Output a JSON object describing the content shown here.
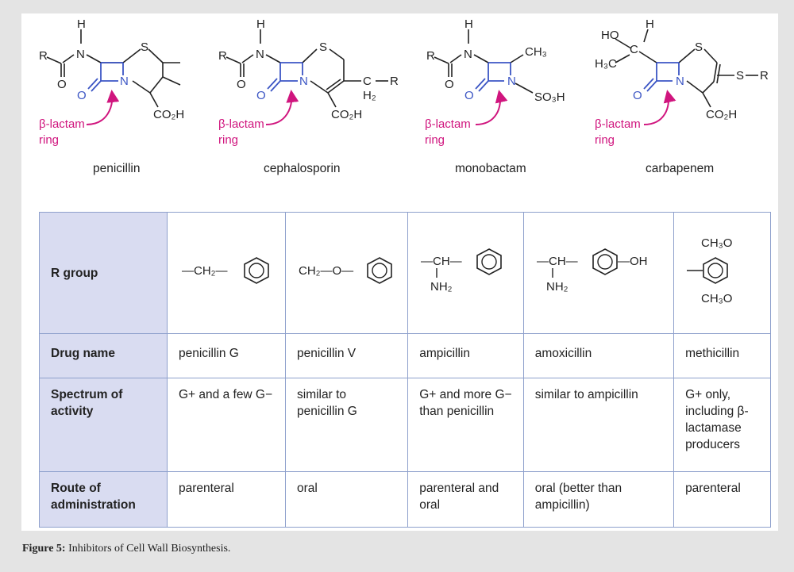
{
  "structures": [
    {
      "name": "penicillin",
      "beta_label": "β-lactam",
      "ring_label": "ring"
    },
    {
      "name": "cephalosporin",
      "beta_label": "β-lactam",
      "ring_label": "ring"
    },
    {
      "name": "monobactam",
      "beta_label": "β-lactam",
      "ring_label": "ring"
    },
    {
      "name": "carbapenem",
      "beta_label": "β-lactam",
      "ring_label": "ring"
    }
  ],
  "atoms": {
    "H": "H",
    "N": "N",
    "S": "S",
    "R": "R",
    "O": "O",
    "CO2H": "CO₂H",
    "CH3": "CH₃",
    "SO3H": "SO₃H",
    "H2": "H₂",
    "HO": "HO",
    "H3C": "H₃C",
    "C": "C"
  },
  "table": {
    "row_headers": [
      "R group",
      "Drug name",
      "Spectrum of activity",
      "Route of administration"
    ],
    "r_groups": [
      {
        "prefix": "—CH₂—"
      },
      {
        "prefix": "CH₂—O—"
      },
      {
        "prefix": "—CH—",
        "sub": "NH₂"
      },
      {
        "prefix": "—CH—",
        "sub": "NH₂",
        "suffix": "—OH"
      },
      {
        "top": "CH₃O",
        "bottom": "CH₃O"
      }
    ],
    "drugs": [
      "penicillin G",
      "penicillin V",
      "ampicillin",
      "amoxicillin",
      "methicillin"
    ],
    "spectrum": [
      "G+ and a few G−",
      "similar to penicillin G",
      "G+ and more G− than penicillin",
      "similar to ampicillin",
      "G+ only, including β-lactamase producers"
    ],
    "route": [
      "parenteral",
      "oral",
      "parenteral and oral",
      "oral (better than ampicillin)",
      "parenteral"
    ]
  },
  "caption": {
    "label": "Figure 5:",
    "text": " Inhibitors of Cell Wall Biosynthesis."
  },
  "colors": {
    "beta_lactam_ring": "#3b55c4",
    "label_accent": "#d0157e",
    "header_cell": "#d9dcf1",
    "grid": "#8ea0cc"
  }
}
